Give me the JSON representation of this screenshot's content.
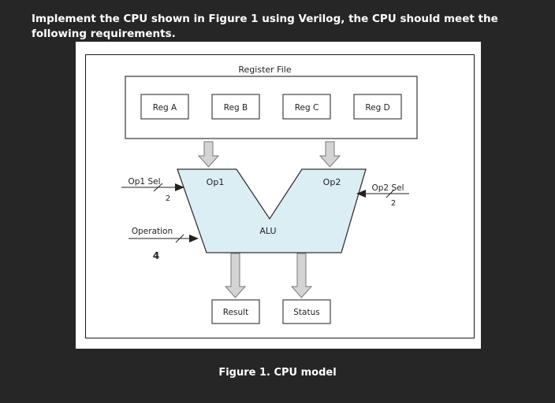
{
  "question_text": "Implement the CPU shown in Figure 1 using Verilog, the CPU should meet the following requirements.",
  "diagram": {
    "register_file_label": "Register File",
    "registers": [
      "Reg A",
      "Reg B",
      "Reg C",
      "Reg D"
    ],
    "alu_label": "ALU",
    "op1_label": "Op1",
    "op2_label": "Op2",
    "op1_sel_label": "Op1 Sel",
    "op1_sel_width": "2",
    "op2_sel_label": "Op2 Sel",
    "op2_sel_width": "2",
    "operation_label": "Operation",
    "operation_width": "4",
    "result_label": "Result",
    "status_label": "Status"
  },
  "caption": "Figure 1. CPU model"
}
